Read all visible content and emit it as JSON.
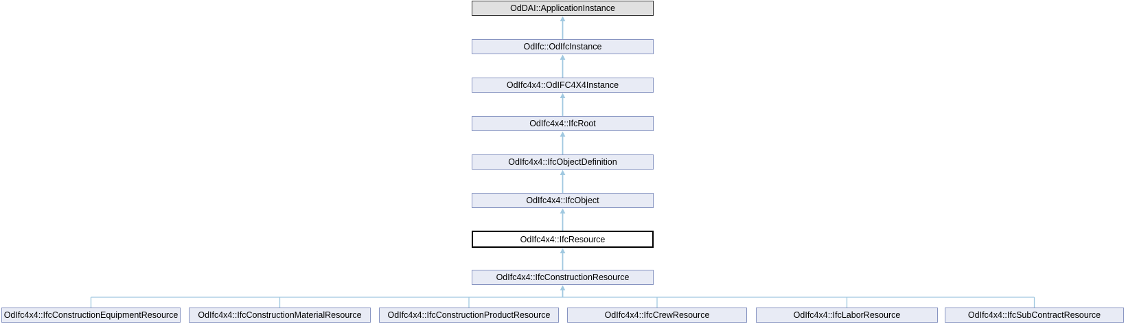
{
  "diagram_type": "class-inheritance-diagram",
  "colors": {
    "page_bg": "#ffffff",
    "node_fill": "#e8ebf5",
    "node_border": "#8794c1",
    "node_text": "#000000",
    "external_fill": "#e0e0e0",
    "external_border": "#2f2f2f",
    "focus_fill": "#ffffff",
    "focus_border": "#000000",
    "edge": "#a0c8e0"
  },
  "chain": [
    {
      "label": "OdDAI::ApplicationInstance"
    },
    {
      "label": "OdIfc::OdIfcInstance"
    },
    {
      "label": "OdIfc4x4::OdIFC4X4Instance"
    },
    {
      "label": "OdIfc4x4::IfcRoot"
    },
    {
      "label": "OdIfc4x4::IfcObjectDefinition"
    },
    {
      "label": "OdIfc4x4::IfcObject"
    },
    {
      "label": "OdIfc4x4::IfcResource"
    },
    {
      "label": "OdIfc4x4::IfcConstructionResource"
    }
  ],
  "children": [
    {
      "label": "OdIfc4x4::IfcConstructionEquipmentResource"
    },
    {
      "label": "OdIfc4x4::IfcConstructionMaterialResource"
    },
    {
      "label": "OdIfc4x4::IfcConstructionProductResource"
    },
    {
      "label": "OdIfc4x4::IfcCrewResource"
    },
    {
      "label": "OdIfc4x4::IfcLaborResource"
    },
    {
      "label": "OdIfc4x4::IfcSubContractResource"
    }
  ]
}
